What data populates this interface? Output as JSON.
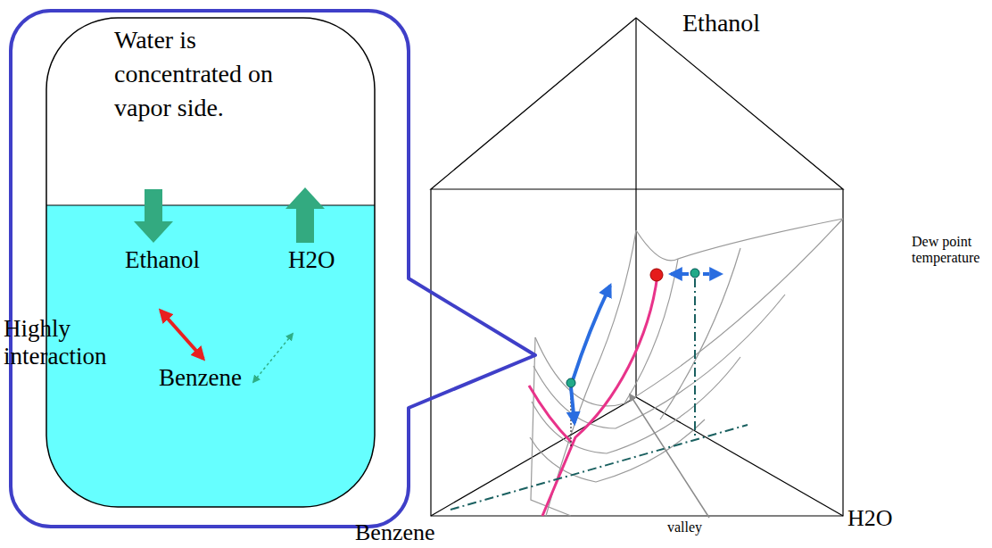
{
  "diagram": {
    "nodes": [
      {
        "text": [
          "Water is concentrated on vapor side."
        ]
      }
    ],
    "labels": [
      "Ethanol",
      "H2O",
      "Highly interaction",
      "Benzene",
      "Ethanol",
      "Dew point temperature",
      "valley",
      "H2O",
      "Benzene"
    ]
  }
}
